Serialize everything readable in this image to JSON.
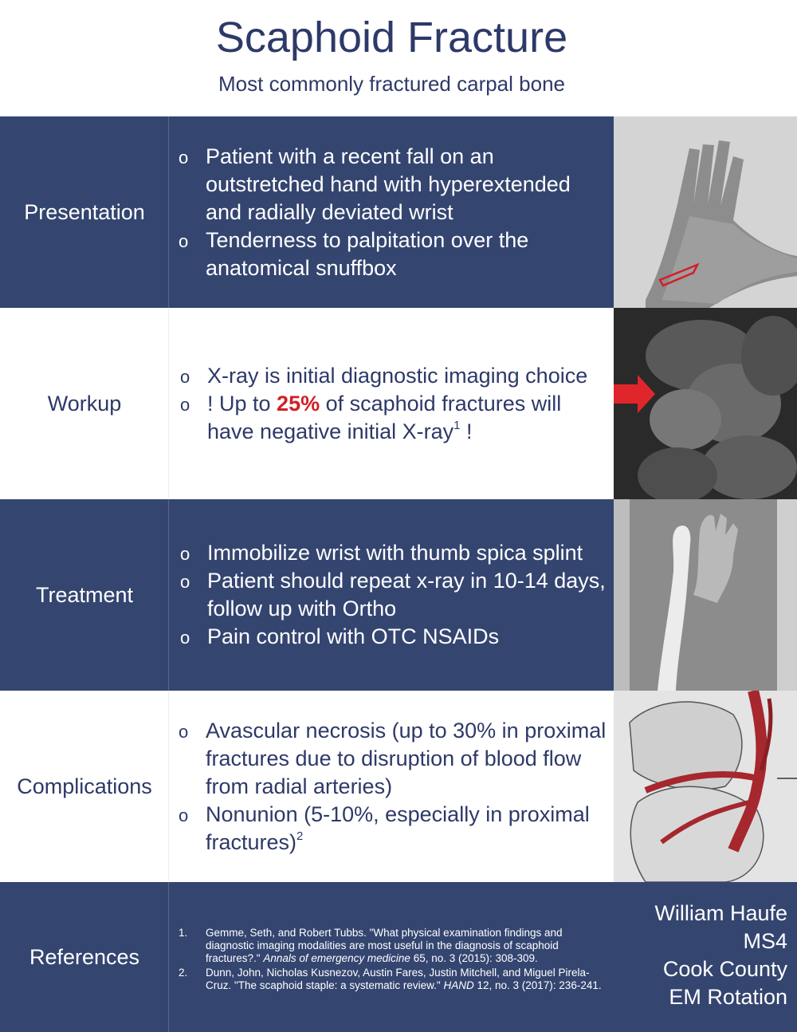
{
  "header": {
    "title": "Scaphoid Fracture",
    "subtitle": "Most commonly fractured carpal bone"
  },
  "sections": {
    "presentation": {
      "label": "Presentation",
      "bullet_glyph": "o",
      "b1": "Patient with a recent fall on an outstretched hand with hyperextended and radially deviated wrist",
      "b2": "Tenderness to palpitation over the anatomical snuffbox",
      "image_icon": "hand-photo"
    },
    "workup": {
      "label": "Workup",
      "b1": "X-ray is initial diagnostic imaging choice",
      "b2_pre": "! Up to ",
      "b2_highlight": "25%",
      "b2_mid": " of scaphoid fractures will have negative initial X-ray",
      "b2_sup": "1",
      "b2_post": " !",
      "highlight_color": "#d21f26",
      "image_icon": "xray-photo"
    },
    "treatment": {
      "label": "Treatment",
      "b1": "Immobilize wrist with thumb spica splint",
      "b2": "Patient should repeat x-ray in 10-14 days, follow up with Ortho",
      "b3": "Pain control with OTC NSAIDs",
      "image_icon": "splint-photo"
    },
    "complications": {
      "label": "Complications",
      "b1": "Avascular necrosis (up to 30% in proximal fractures due to disruption of blood flow from radial arteries)",
      "b2": "Nonunion (5-10%, especially in proximal fractures)",
      "b2_sup": "2",
      "image_icon": "vascular-illustration"
    },
    "references": {
      "label": "References",
      "r1_num": "1.",
      "r1_a": "Gemme, Seth, and Robert Tubbs. \"What physical examination findings and diagnostic imaging modalities are most useful in the diagnosis of scaphoid fractures?.\" ",
      "r1_journal": "Annals of emergency medicine",
      "r1_b": " 65, no. 3 (2015): 308-309.",
      "r2_num": "2.",
      "r2_a": "Dunn, John, Nicholas Kusnezov, Austin Fares, Justin Mitchell, and Miguel Pirela-Cruz. \"The scaphoid staple: a systematic review.\" ",
      "r2_journal": "HAND",
      "r2_b": " 12, no. 3 (2017): 236-241."
    }
  },
  "author": {
    "name": "William Haufe",
    "year": "MS4",
    "site": "Cook County",
    "rotation": "EM Rotation"
  },
  "colors": {
    "navy": "#344570",
    "title_text": "#2d3968",
    "accent_red": "#d21f26"
  }
}
